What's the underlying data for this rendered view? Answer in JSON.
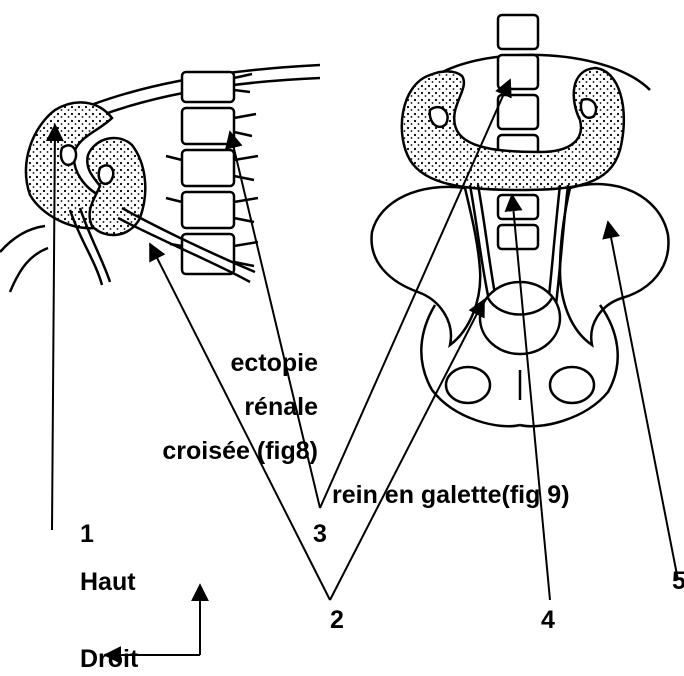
{
  "labels": {
    "ectopie_line1": "ectopie",
    "ectopie_line2": "rénale",
    "ectopie_line3": "croisée (fig8)",
    "galette": "rein en galette(fig 9)",
    "n1": "1",
    "n2": "2",
    "n3": "3",
    "n4": "4",
    "n5": "5",
    "haut": "Haut",
    "droit": "Droit"
  },
  "colors": {
    "ink": "#000000",
    "background": "#ffffff",
    "fill": "#ffffff"
  }
}
